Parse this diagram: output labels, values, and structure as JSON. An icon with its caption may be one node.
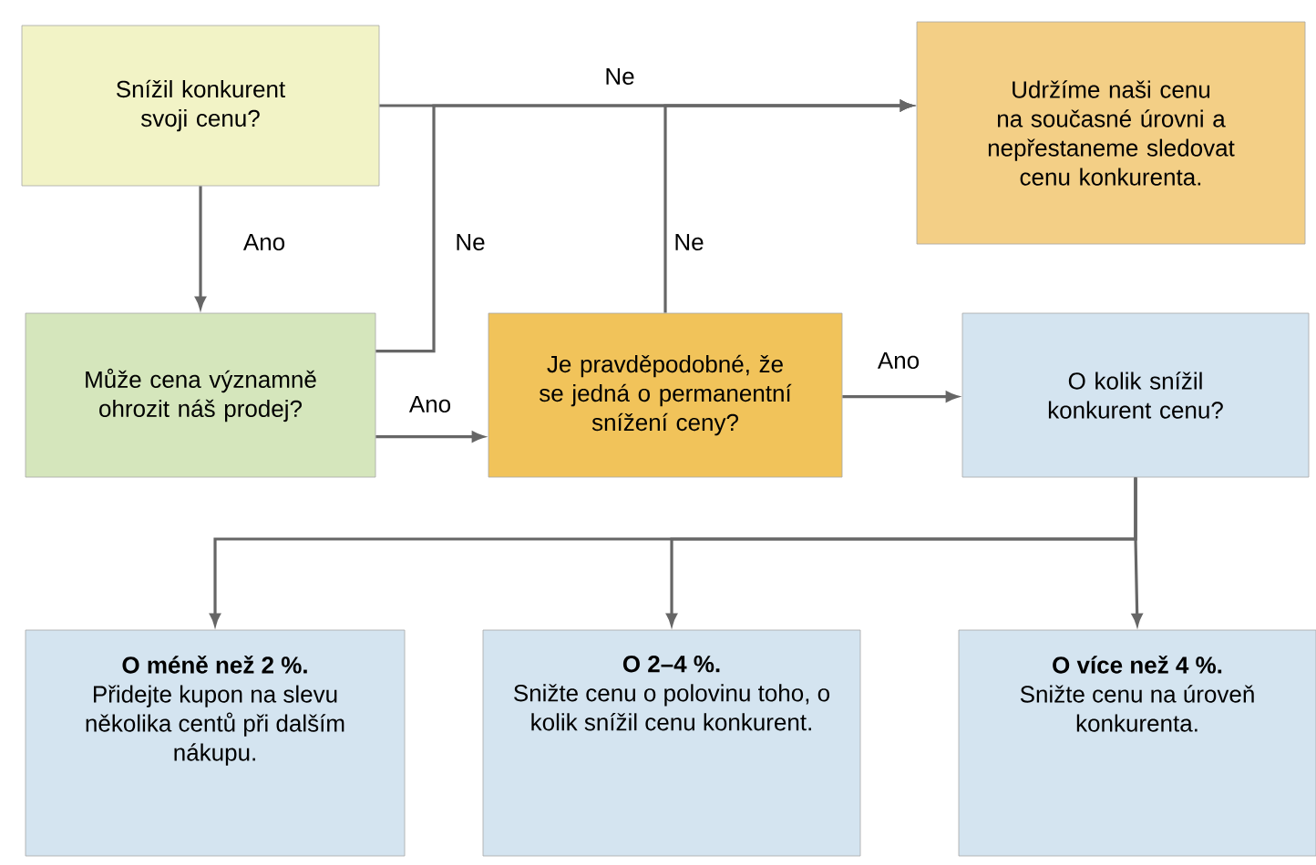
{
  "diagram": {
    "nodes": [
      {
        "text": [
          "Snížil konkurent svoji cenu?"
        ]
      },
      {
        "text": [
          "Udržíme naši cenu na současné úrovni a nepřestaneme sledovat cenu konkurenta."
        ]
      },
      {
        "text": [
          "Může cena významně ohrozit náš prodej?"
        ]
      },
      {
        "text": [
          "Je pravděpodobné, že se jedná o permanentní snížení ceny?"
        ]
      },
      {
        "text": [
          "O kolik snížil konkurent cenu?"
        ]
      },
      {
        "text": [
          "O méně než 2 %.",
          "Přidejte kupon na slevu několika centů při dalším nákupu."
        ]
      },
      {
        "text": [
          "O 2–4 %.",
          "Snižte cenu o polovinu toho, o kolik snížil cenu konkurent."
        ]
      },
      {
        "text": [
          "O více než 4 %.",
          "Snižte cenu na úroveň konkurenta."
        ]
      }
    ],
    "edges": [
      {
        "from": 0,
        "to": 1,
        "arrow": "to",
        "label": "Ne"
      },
      {
        "from": 0,
        "to": 2,
        "arrow": "to",
        "label": "Ano"
      },
      {
        "from": 2,
        "to": 1,
        "arrow": "to",
        "label": "Ne"
      },
      {
        "from": 3,
        "to": 1,
        "arrow": "to",
        "label": "Ne"
      },
      {
        "from": 2,
        "to": 3,
        "arrow": "to",
        "label": "Ano"
      },
      {
        "from": 3,
        "to": 4,
        "arrow": "to",
        "label": "Ano"
      },
      {
        "from": 4,
        "to": 5,
        "arrow": "to"
      },
      {
        "from": 4,
        "to": 6,
        "arrow": "to"
      },
      {
        "from": 4,
        "to": 7,
        "arrow": "to"
      }
    ]
  }
}
